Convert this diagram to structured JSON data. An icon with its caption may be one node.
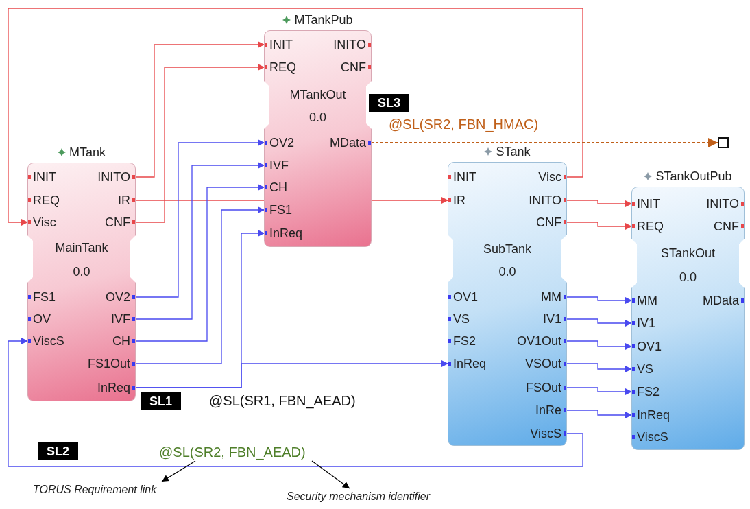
{
  "diagram": {
    "nodes": [
      {
        "text": [
          "MTankPub",
          "MTankOut",
          "0.0"
        ]
      },
      {
        "text": [
          "INIT"
        ],
        "in": 0
      },
      {
        "text": [
          "INITO"
        ],
        "in": 0
      },
      {
        "text": [
          "REQ"
        ],
        "in": 0
      },
      {
        "text": [
          "CNF"
        ],
        "in": 0
      },
      {
        "text": [
          "OV2"
        ],
        "in": 0
      },
      {
        "text": [
          "MData"
        ],
        "in": 0
      },
      {
        "text": [
          "IVF"
        ],
        "in": 0
      },
      {
        "text": [
          "CH"
        ],
        "in": 0
      },
      {
        "text": [
          "FS1"
        ],
        "in": 0
      },
      {
        "text": [
          "InReq"
        ],
        "in": 0
      },
      {
        "text": [
          "MTank",
          "MainTank",
          "0.0"
        ]
      },
      {
        "text": [
          "INIT"
        ],
        "in": 11
      },
      {
        "text": [
          "INITO"
        ],
        "in": 11
      },
      {
        "text": [
          "REQ"
        ],
        "in": 11
      },
      {
        "text": [
          "IR"
        ],
        "in": 11
      },
      {
        "text": [
          "Visc"
        ],
        "in": 11
      },
      {
        "text": [
          "CNF"
        ],
        "in": 11
      },
      {
        "text": [
          "FS1"
        ],
        "in": 11
      },
      {
        "text": [
          "OV2"
        ],
        "in": 11
      },
      {
        "text": [
          "OV"
        ],
        "in": 11
      },
      {
        "text": [
          "IVF"
        ],
        "in": 11
      },
      {
        "text": [
          "ViscS"
        ],
        "in": 11
      },
      {
        "text": [
          "CH"
        ],
        "in": 11
      },
      {
        "text": [
          "FS1Out"
        ],
        "in": 11
      },
      {
        "text": [
          "InReq"
        ],
        "in": 11
      },
      {
        "text": [
          "STank",
          "SubTank",
          "0.0"
        ]
      },
      {
        "text": [
          "INIT"
        ],
        "in": 26
      },
      {
        "text": [
          "Visc"
        ],
        "in": 26
      },
      {
        "text": [
          "IR"
        ],
        "in": 26
      },
      {
        "text": [
          "INITO"
        ],
        "in": 26
      },
      {
        "text": [
          "CNF"
        ],
        "in": 26
      },
      {
        "text": [
          "OV1"
        ],
        "in": 26
      },
      {
        "text": [
          "MM"
        ],
        "in": 26
      },
      {
        "text": [
          "VS"
        ],
        "in": 26
      },
      {
        "text": [
          "IV1"
        ],
        "in": 26
      },
      {
        "text": [
          "FS2"
        ],
        "in": 26
      },
      {
        "text": [
          "OV1Out"
        ],
        "in": 26
      },
      {
        "text": [
          "InReq"
        ],
        "in": 26
      },
      {
        "text": [
          "VSOut"
        ],
        "in": 26
      },
      {
        "text": [
          "FSOut"
        ],
        "in": 26
      },
      {
        "text": [
          "InRe"
        ],
        "in": 26
      },
      {
        "text": [
          "ViscS"
        ],
        "in": 26
      },
      {
        "text": [
          "STankOutPub",
          "STankOut",
          "0.0"
        ]
      },
      {
        "text": [
          "INIT"
        ],
        "in": 43
      },
      {
        "text": [
          "INITO"
        ],
        "in": 43
      },
      {
        "text": [
          "REQ"
        ],
        "in": 43
      },
      {
        "text": [
          "CNF"
        ],
        "in": 43
      },
      {
        "text": [
          "MM"
        ],
        "in": 43
      },
      {
        "text": [
          "MData"
        ],
        "in": 43
      },
      {
        "text": [
          "IV1"
        ],
        "in": 43
      },
      {
        "text": [
          "OV1"
        ],
        "in": 43
      },
      {
        "text": [
          "VS"
        ],
        "in": 43
      },
      {
        "text": [
          "FS2"
        ],
        "in": 43
      },
      {
        "text": [
          "InReq"
        ],
        "in": 43
      },
      {
        "text": [
          "ViscS"
        ],
        "in": 43
      },
      {
        "text": [],
        "shape": "box"
      },
      {
        "text": [
          "SL3"
        ]
      },
      {
        "text": [
          "SL1"
        ]
      },
      {
        "text": [
          "SL2"
        ]
      },
      {
        "text": [
          "@SL(SR2, FBN_AEAD)"
        ]
      },
      {
        "text": [
          "TORUS Requirement link"
        ]
      },
      {
        "text": [
          "Security mechanism identifier"
        ]
      }
    ],
    "edges": [
      {
        "from": 13,
        "to": 1,
        "arrow": "to",
        "color": "#e8474a"
      },
      {
        "from": 17,
        "to": 3,
        "arrow": "to",
        "color": "#e8474a"
      },
      {
        "from": 15,
        "to": 29,
        "arrow": "to",
        "color": "#e8474a"
      },
      {
        "from": 28,
        "to": 16,
        "arrow": "to",
        "color": "#e8474a"
      },
      {
        "from": 19,
        "to": 5,
        "arrow": "to"
      },
      {
        "from": 21,
        "to": 7,
        "arrow": "to"
      },
      {
        "from": 23,
        "to": 8,
        "arrow": "to"
      },
      {
        "from": 24,
        "to": 9,
        "arrow": "to"
      },
      {
        "from": 25,
        "to": 10,
        "arrow": "to"
      },
      {
        "from": 25,
        "to": 38,
        "arrow": "to"
      },
      {
        "from": 30,
        "to": 44,
        "arrow": "to",
        "color": "#e8474a"
      },
      {
        "from": 31,
        "to": 46,
        "arrow": "to",
        "color": "#e8474a"
      },
      {
        "from": 33,
        "to": 48,
        "arrow": "to"
      },
      {
        "from": 35,
        "to": 50,
        "arrow": "to"
      },
      {
        "from": 37,
        "to": 51,
        "arrow": "to"
      },
      {
        "from": 39,
        "to": 52,
        "arrow": "to"
      },
      {
        "from": 40,
        "to": 53,
        "arrow": "to"
      },
      {
        "from": 41,
        "to": 54,
        "arrow": "to"
      },
      {
        "from": 42,
        "to": 22,
        "arrow": "to"
      },
      {
        "from": 6,
        "to": 56,
        "arrow": "to",
        "label": "@SL(SR2, FBN_HMAC)",
        "style": "dashed",
        "color": "#c0601a"
      },
      {
        "from": 60,
        "to": 61,
        "arrow": "to",
        "color": "#000000"
      },
      {
        "from": 60,
        "to": 62,
        "arrow": "to",
        "color": "#000000"
      }
    ],
    "labels": [
      "@SL(SR1, FBN_AEAD)"
    ]
  }
}
